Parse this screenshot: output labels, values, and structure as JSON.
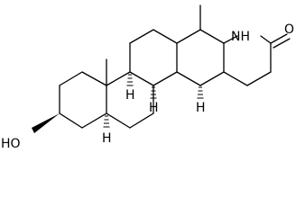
{
  "labels": {
    "hydroxyl": "HO",
    "nh": "NH",
    "carbonyl_o": "O",
    "h_c9": "H",
    "h_c8": "H",
    "h_c14": "H",
    "h_c5": "H"
  },
  "colors": {
    "ink": "#000000",
    "background": "#ffffff"
  }
}
